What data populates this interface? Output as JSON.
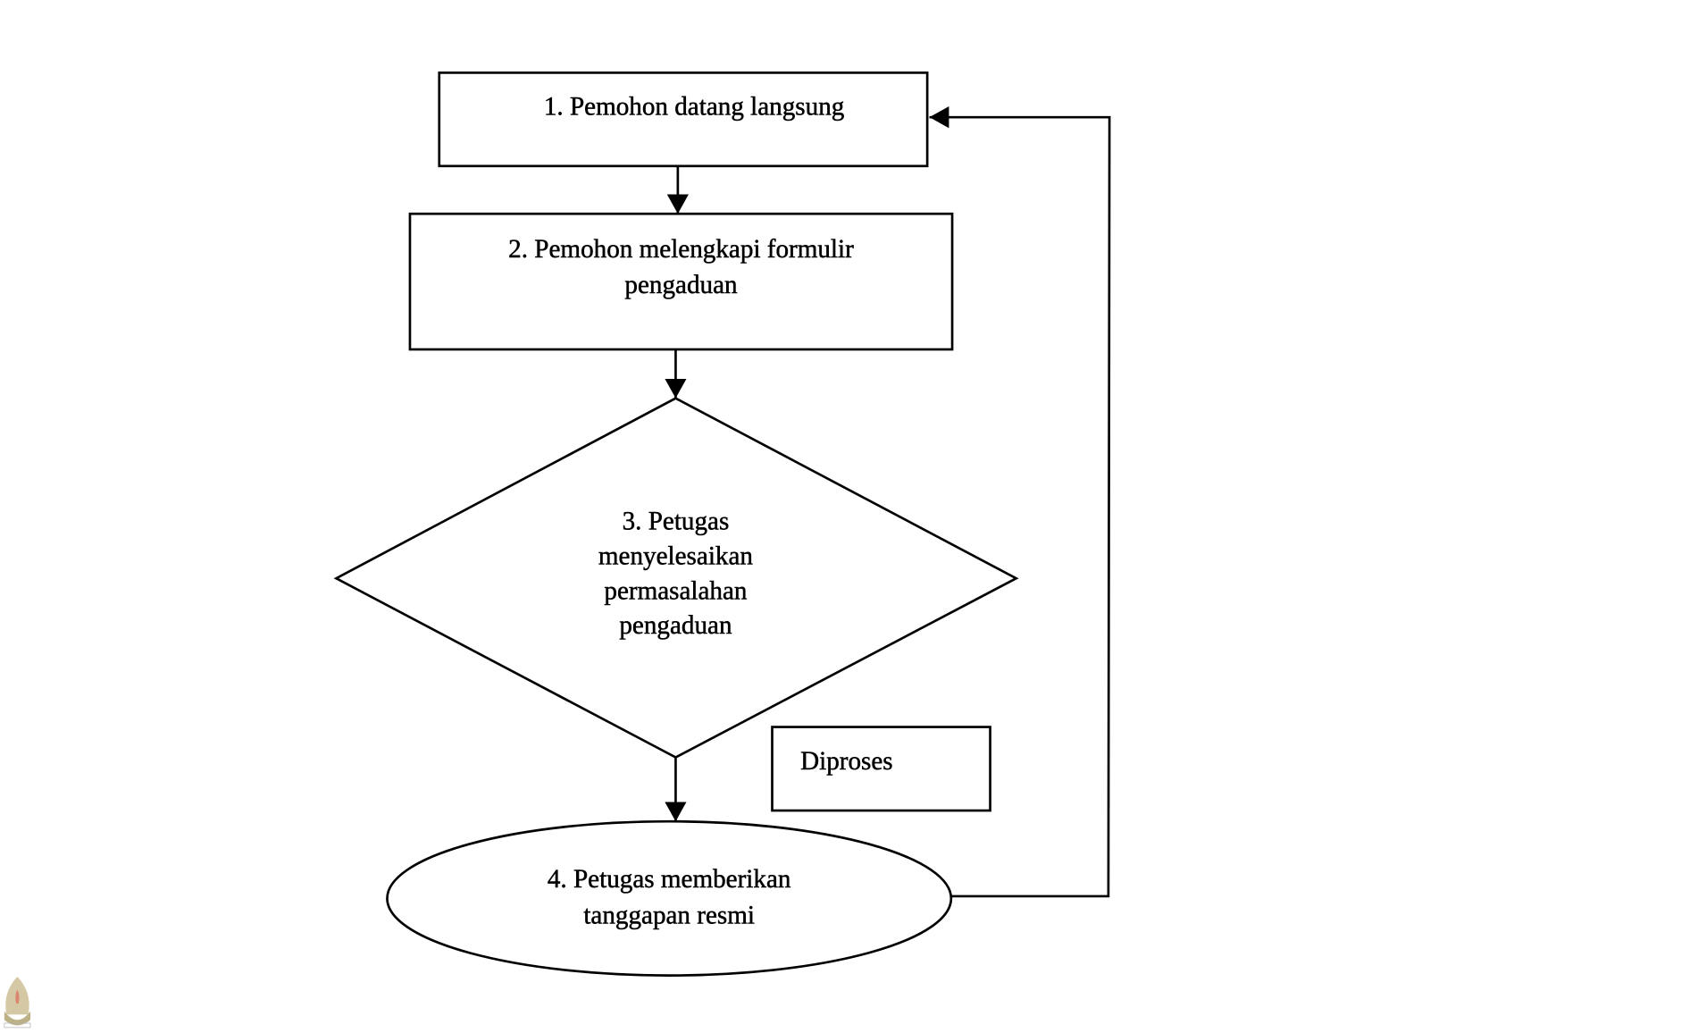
{
  "steps": {
    "step1": {
      "lines": [
        "1. Pemohon datang langsung"
      ]
    },
    "step2": {
      "lines": [
        "2. Pemohon melengkapi formulir",
        "pengaduan"
      ]
    },
    "step3": {
      "lines": [
        "3. Petugas",
        "menyelesaikan",
        "permasalahan",
        "pengaduan"
      ]
    },
    "step4": {
      "lines": [
        "4. Petugas memberikan",
        "tanggapan resmi"
      ]
    }
  },
  "label": {
    "text": "Diproses"
  },
  "logo": {
    "name": "university-emblem"
  },
  "colors": {
    "stroke": "#000000",
    "logo": "#b8a878"
  }
}
